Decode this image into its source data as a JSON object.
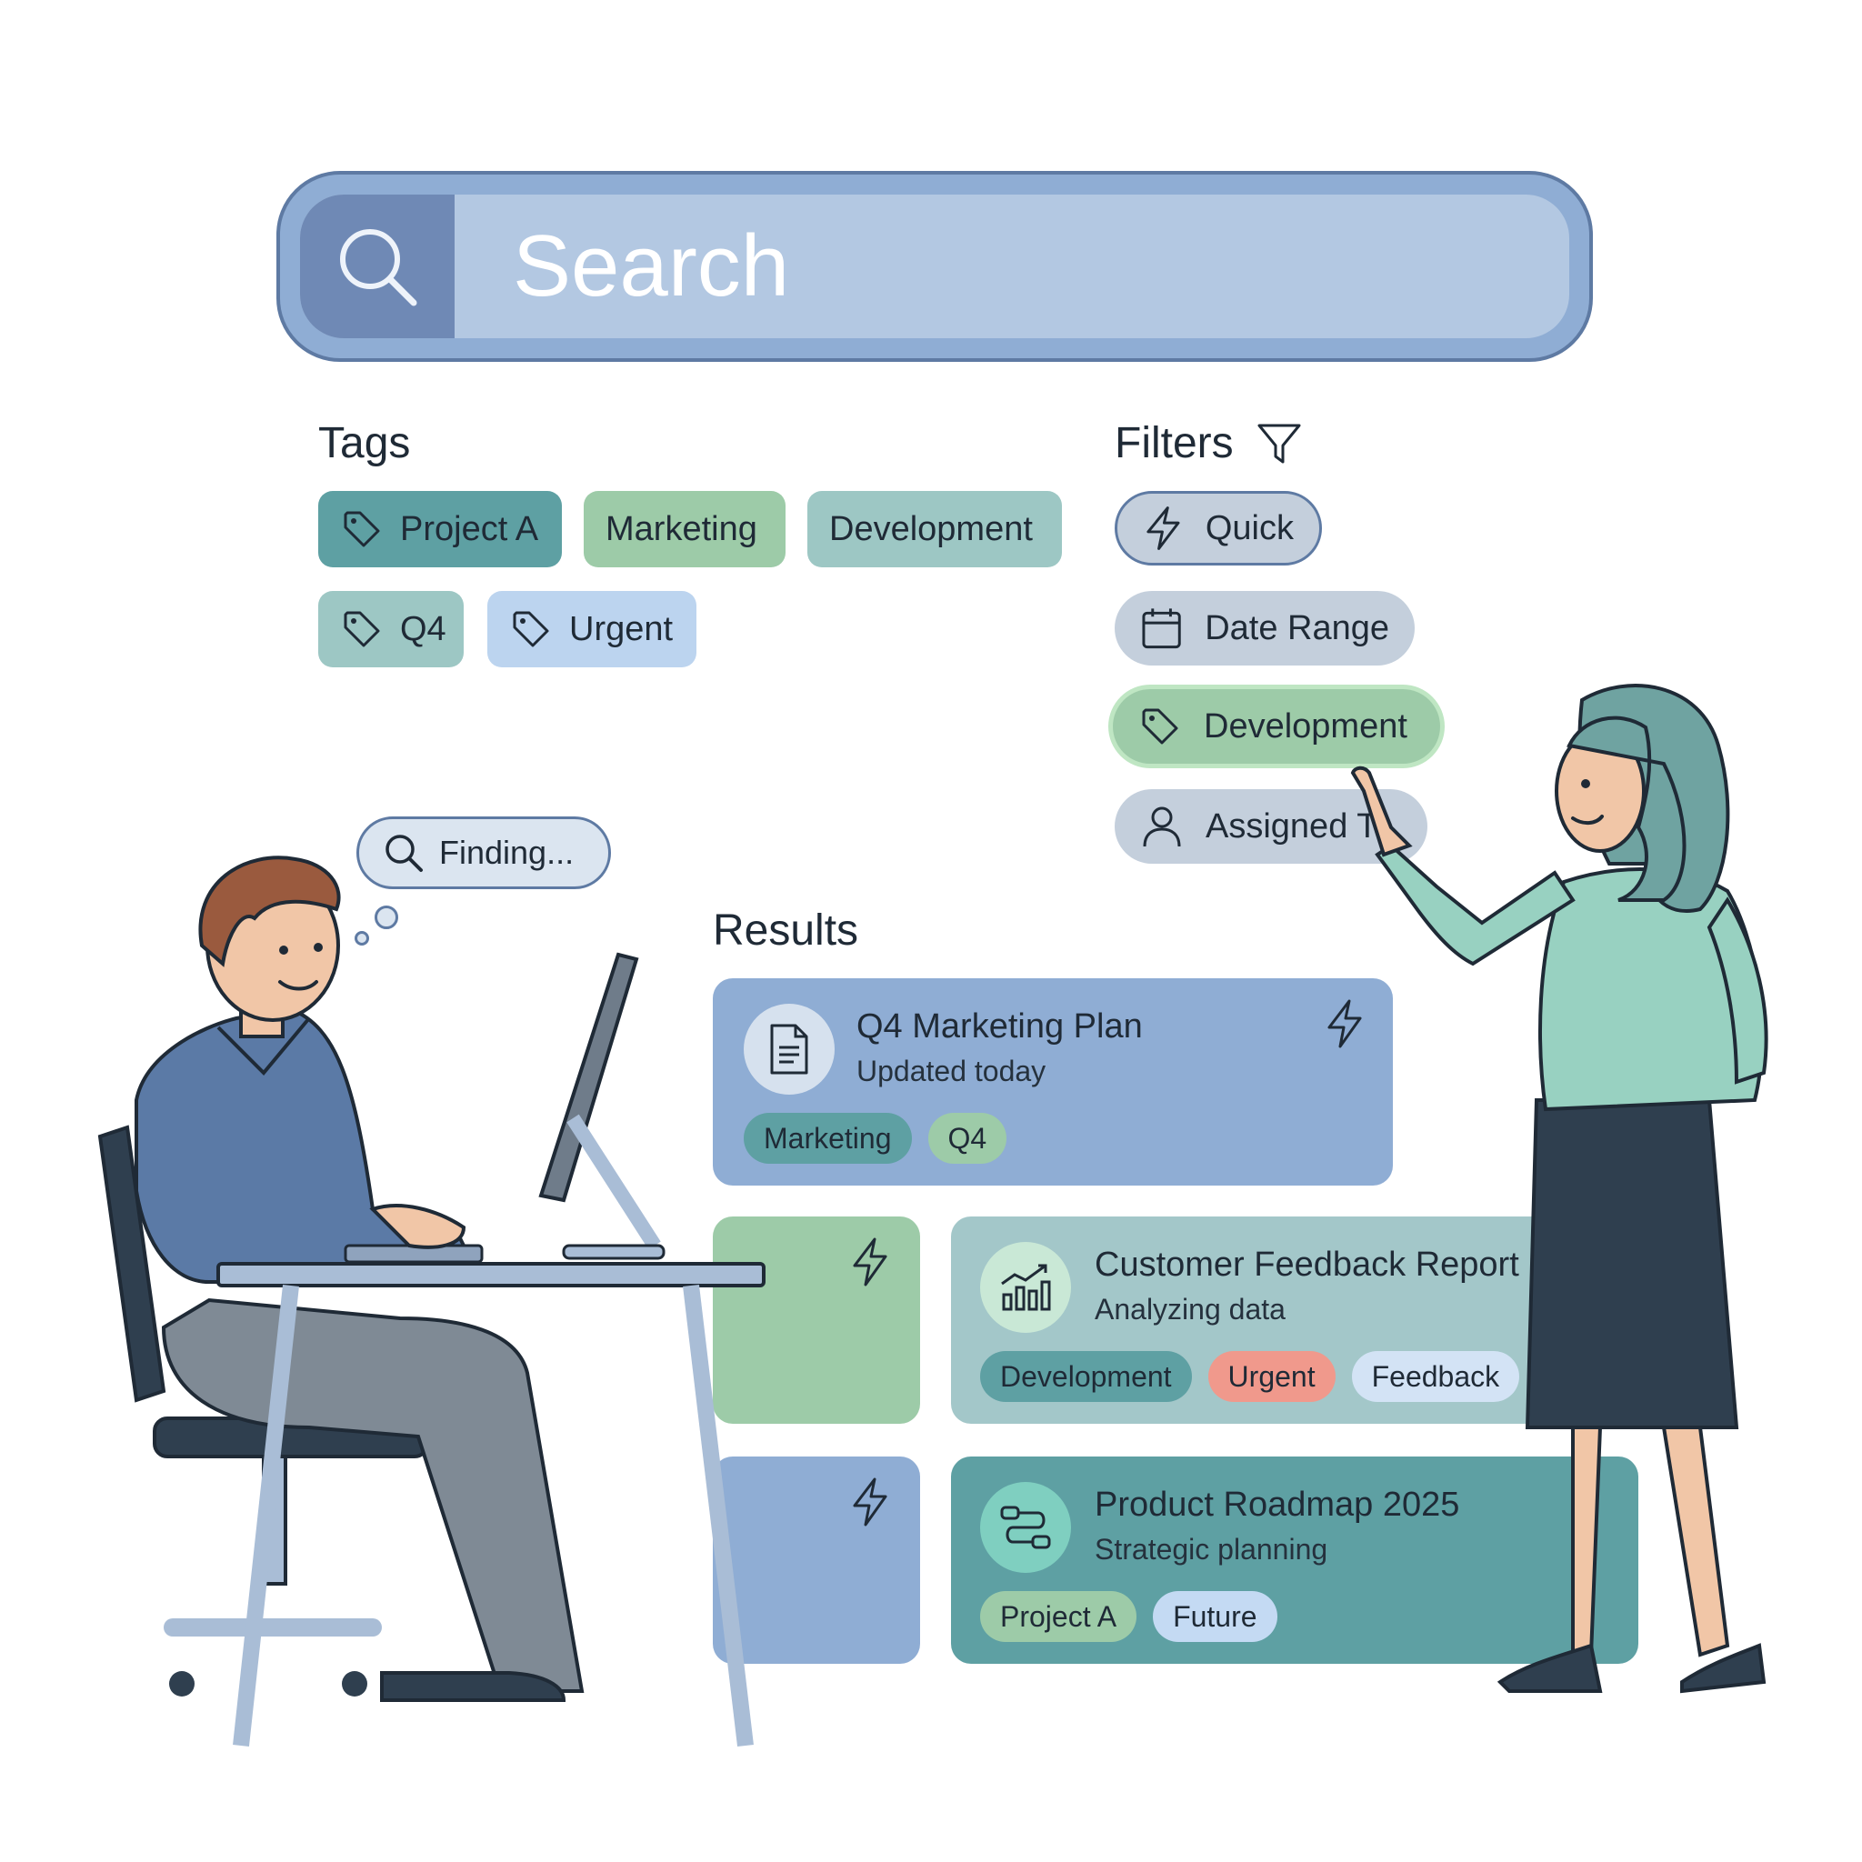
{
  "search": {
    "placeholder": "Search"
  },
  "tags": {
    "heading": "Tags",
    "items": [
      {
        "label": "Project A",
        "icon": "tag-icon",
        "color": "#5ea0a3"
      },
      {
        "label": "Marketing",
        "color": "#9dcba8"
      },
      {
        "label": "Development",
        "color": "#9dc7c4"
      },
      {
        "label": "Q4",
        "icon": "tag-icon",
        "color": "#9dc7c4"
      },
      {
        "label": "Urgent",
        "icon": "tag-icon",
        "color": "#bcd4ef"
      }
    ]
  },
  "filters": {
    "heading": "Filters",
    "heading_icon": "funnel-icon",
    "items": [
      {
        "label": "Quick",
        "icon": "lightning-icon",
        "active": false
      },
      {
        "label": "Date Range",
        "icon": "calendar-icon",
        "active": false
      },
      {
        "label": "Development",
        "icon": "tag-icon",
        "active": true
      },
      {
        "label": "Assigned To",
        "icon": "user-icon",
        "active": false
      }
    ]
  },
  "thought_bubble": {
    "text": "Finding..."
  },
  "results": {
    "heading": "Results",
    "cards": [
      {
        "title": "Q4 Marketing Plan",
        "subtitle": "Updated today",
        "icon": "document-icon",
        "badge_icon": "lightning-icon",
        "tags": [
          "Marketing",
          "Q4"
        ],
        "color": "#8fadd4"
      },
      {
        "title": "Customer Feedback Report",
        "subtitle": "Analyzing data",
        "icon": "chart-icon",
        "tags": [
          "Development",
          "Urgent",
          "Feedback"
        ],
        "color": "#a3c7c9"
      },
      {
        "title": "Product Roadmap 2025",
        "subtitle": "Strategic planning",
        "icon": "roadmap-icon",
        "tags": [
          "Project A",
          "Future"
        ],
        "color": "#5ea0a3"
      }
    ],
    "side_tiles": [
      {
        "icon": "lightning-icon",
        "color": "#9dcba8"
      },
      {
        "icon": "lightning-icon",
        "color": "#8fadd4"
      }
    ]
  }
}
